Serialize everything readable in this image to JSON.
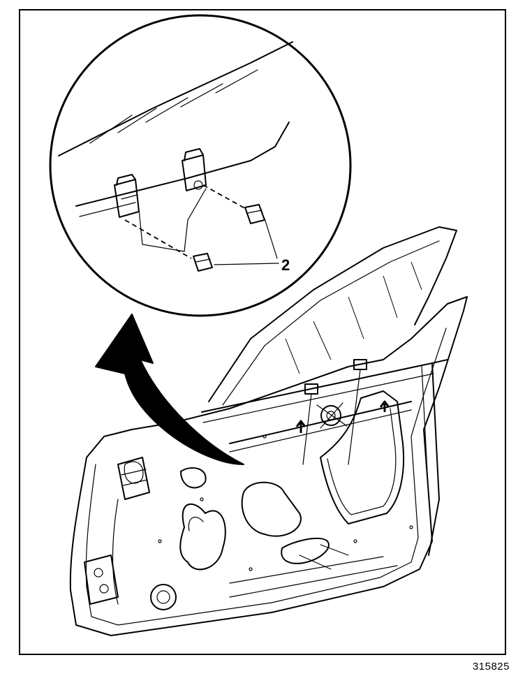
{
  "callout": {
    "label": "2"
  },
  "figure_id": "315825",
  "colors": {
    "line": "#000000",
    "background": "#ffffff"
  },
  "icons": [
    "magnifier-detail-circle",
    "direction-arrow",
    "bolt",
    "window-regulator",
    "door-panel"
  ]
}
